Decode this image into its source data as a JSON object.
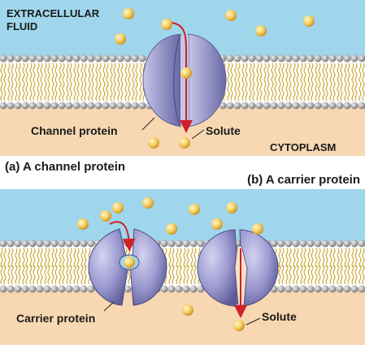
{
  "panel_a": {
    "caption": "(a) A channel protein",
    "region_top": [
      "EXTRACELLULAR",
      "FLUID"
    ],
    "region_bottom": "CYTOPLASM",
    "channel_label": "Channel protein",
    "solute_label": "Solute"
  },
  "panel_b": {
    "caption": "(b) A carrier protein",
    "carrier_label": "Carrier protein",
    "solute_label": "Solute"
  },
  "colors": {
    "fluid": "#9fd6ec",
    "cytoplasm": "#f7d8b2",
    "lipid_head": "#b7b7b7",
    "lipid_tail": "#c9a936",
    "protein": "#9b99c9",
    "protein_dark": "#5e5c97",
    "solute": "#f2c95a",
    "arrow": "#d0202a"
  }
}
